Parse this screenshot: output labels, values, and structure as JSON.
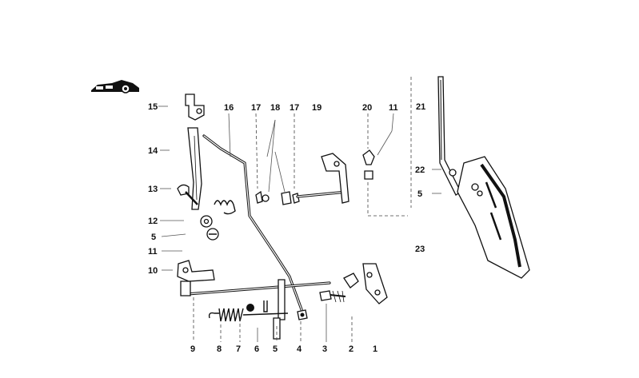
{
  "callouts": [
    {
      "id": "c15",
      "label": "15"
    },
    {
      "id": "c16",
      "label": "16"
    },
    {
      "id": "c17a",
      "label": "17"
    },
    {
      "id": "c18",
      "label": "18"
    },
    {
      "id": "c17b",
      "label": "17"
    },
    {
      "id": "c19",
      "label": "19"
    },
    {
      "id": "c20",
      "label": "20"
    },
    {
      "id": "c11a",
      "label": "11"
    },
    {
      "id": "c21",
      "label": "21"
    },
    {
      "id": "c14",
      "label": "14"
    },
    {
      "id": "c22",
      "label": "22"
    },
    {
      "id": "c13",
      "label": "13"
    },
    {
      "id": "c5a",
      "label": "5"
    },
    {
      "id": "c12",
      "label": "12"
    },
    {
      "id": "c5b",
      "label": "5"
    },
    {
      "id": "c23",
      "label": "23"
    },
    {
      "id": "c11b",
      "label": "11"
    },
    {
      "id": "c10",
      "label": "10"
    },
    {
      "id": "c9",
      "label": "9"
    },
    {
      "id": "c8",
      "label": "8"
    },
    {
      "id": "c7",
      "label": "7"
    },
    {
      "id": "c6",
      "label": "6"
    },
    {
      "id": "c5c",
      "label": "5"
    },
    {
      "id": "c4",
      "label": "4"
    },
    {
      "id": "c3",
      "label": "3"
    },
    {
      "id": "c2",
      "label": "2"
    },
    {
      "id": "c1",
      "label": "1"
    }
  ],
  "icons": {
    "vehicle": "car-silhouette-icon"
  }
}
